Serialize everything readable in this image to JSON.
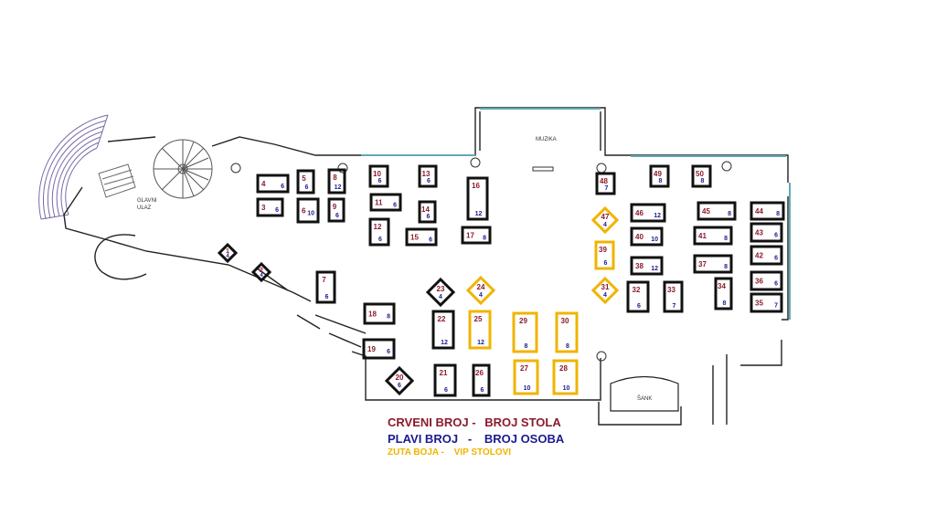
{
  "labels": {
    "entrance": "GLAVNI ULAZ",
    "entrance_line1": "GLAVNI",
    "entrance_line2": "ULAZ",
    "music": "MUZIKA",
    "bar": "ŠANK"
  },
  "colors": {
    "table_number": "#8b1a2b",
    "person_count": "#1b1b8f",
    "regular_border": "#111111",
    "vip_border": "#f0b400",
    "wall": "#222222",
    "window": "#5fa9b7",
    "stairs": "#7a6aa8"
  },
  "legend": [
    {
      "left": "CRVENI BROJ -",
      "right": "BROJ STOLA",
      "color": "#8b1a2b"
    },
    {
      "left": "PLAVI BROJ   -",
      "right": "BROJ OSOBA",
      "color": "#1b1b8f"
    },
    {
      "left": "ZUTA BOJA  -",
      "right": "VIP STOLOVI",
      "color": "#f0b400"
    }
  ],
  "tables": [
    {
      "number": "1",
      "persons": "4",
      "shape": "diamond",
      "vip": false
    },
    {
      "number": "2",
      "persons": "4",
      "shape": "diamond",
      "vip": false
    },
    {
      "number": "3",
      "persons": "6",
      "shape": "rect",
      "vip": false
    },
    {
      "number": "4",
      "persons": "6",
      "shape": "rect",
      "vip": false
    },
    {
      "number": "5",
      "persons": "6",
      "shape": "rect",
      "vip": false
    },
    {
      "number": "6",
      "persons": "10",
      "shape": "rect",
      "vip": false
    },
    {
      "number": "7",
      "persons": "6",
      "shape": "rect",
      "vip": false
    },
    {
      "number": "8",
      "persons": "12",
      "shape": "rect",
      "vip": false
    },
    {
      "number": "9",
      "persons": "6",
      "shape": "rect",
      "vip": false
    },
    {
      "number": "10",
      "persons": "6",
      "shape": "rect",
      "vip": false
    },
    {
      "number": "11",
      "persons": "6",
      "shape": "rect",
      "vip": false
    },
    {
      "number": "12",
      "persons": "6",
      "shape": "rect",
      "vip": false
    },
    {
      "number": "13",
      "persons": "6",
      "shape": "rect",
      "vip": false
    },
    {
      "number": "14",
      "persons": "6",
      "shape": "rect",
      "vip": false
    },
    {
      "number": "15",
      "persons": "6",
      "shape": "rect",
      "vip": false
    },
    {
      "number": "16",
      "persons": "12",
      "shape": "rect",
      "vip": false
    },
    {
      "number": "17",
      "persons": "8",
      "shape": "rect",
      "vip": false
    },
    {
      "number": "18",
      "persons": "8",
      "shape": "rect",
      "vip": false
    },
    {
      "number": "19",
      "persons": "6",
      "shape": "rect",
      "vip": false
    },
    {
      "number": "20",
      "persons": "6",
      "shape": "diamond",
      "vip": false
    },
    {
      "number": "21",
      "persons": "6",
      "shape": "rect",
      "vip": false
    },
    {
      "number": "22",
      "persons": "12",
      "shape": "rect",
      "vip": false
    },
    {
      "number": "23",
      "persons": "4",
      "shape": "diamond",
      "vip": false
    },
    {
      "number": "24",
      "persons": "4",
      "shape": "diamond",
      "vip": true
    },
    {
      "number": "25",
      "persons": "12",
      "shape": "rect",
      "vip": true
    },
    {
      "number": "26",
      "persons": "6",
      "shape": "rect",
      "vip": false
    },
    {
      "number": "27",
      "persons": "10",
      "shape": "rect",
      "vip": true
    },
    {
      "number": "28",
      "persons": "10",
      "shape": "rect",
      "vip": true
    },
    {
      "number": "29",
      "persons": "8",
      "shape": "rect",
      "vip": true
    },
    {
      "number": "30",
      "persons": "8",
      "shape": "rect",
      "vip": true
    },
    {
      "number": "31",
      "persons": "4",
      "shape": "diamond",
      "vip": true
    },
    {
      "number": "32",
      "persons": "6",
      "shape": "rect",
      "vip": false
    },
    {
      "number": "33",
      "persons": "7",
      "shape": "rect",
      "vip": false
    },
    {
      "number": "34",
      "persons": "8",
      "shape": "rect",
      "vip": false
    },
    {
      "number": "35",
      "persons": "7",
      "shape": "rect",
      "vip": false
    },
    {
      "number": "36",
      "persons": "6",
      "shape": "rect",
      "vip": false
    },
    {
      "number": "37",
      "persons": "8",
      "shape": "rect",
      "vip": false
    },
    {
      "number": "38",
      "persons": "12",
      "shape": "rect",
      "vip": false
    },
    {
      "number": "39",
      "persons": "6",
      "shape": "rect",
      "vip": true
    },
    {
      "number": "40",
      "persons": "10",
      "shape": "rect",
      "vip": false
    },
    {
      "number": "41",
      "persons": "8",
      "shape": "rect",
      "vip": false
    },
    {
      "number": "42",
      "persons": "6",
      "shape": "rect",
      "vip": false
    },
    {
      "number": "43",
      "persons": "6",
      "shape": "rect",
      "vip": false
    },
    {
      "number": "44",
      "persons": "8",
      "shape": "rect",
      "vip": false
    },
    {
      "number": "45",
      "persons": "8",
      "shape": "rect",
      "vip": false
    },
    {
      "number": "46",
      "persons": "12",
      "shape": "rect",
      "vip": false
    },
    {
      "number": "47",
      "persons": "4",
      "shape": "diamond",
      "vip": true
    },
    {
      "number": "48",
      "persons": "7",
      "shape": "rect",
      "vip": false
    },
    {
      "number": "49",
      "persons": "8",
      "shape": "rect",
      "vip": false
    },
    {
      "number": "50",
      "persons": "8",
      "shape": "rect",
      "vip": false
    }
  ]
}
